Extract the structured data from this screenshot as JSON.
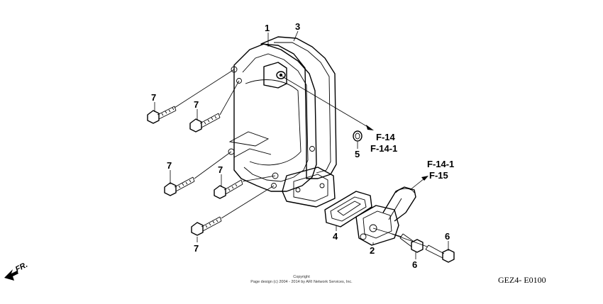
{
  "diagram": {
    "callouts": {
      "c1": "1",
      "c2": "2",
      "c3": "3",
      "c4": "4",
      "c5": "5",
      "c6a": "6",
      "c6b": "6",
      "c7a": "7",
      "c7b": "7",
      "c7c": "7",
      "c7d": "7",
      "c7e": "7"
    },
    "references": {
      "upper_line1": "F-14",
      "upper_line2": "F-14-1",
      "right_line1": "F-14-1",
      "right_line2": "F-15"
    },
    "direction_label": "FR.",
    "copyright_line1": "Copyright",
    "copyright_line2": "Page design (c) 2004 - 2014 by ARI Network Services, Inc.",
    "diagram_code": "GEZ4- E0100"
  }
}
